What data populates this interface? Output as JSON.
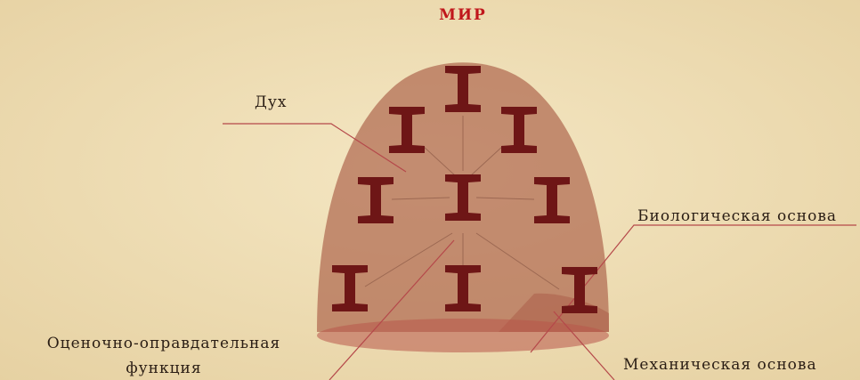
{
  "title": "МИР",
  "labels": {
    "spirit": "Дух",
    "biological_basis": "Биологическая основа",
    "evaluative_function": "Оценочно-оправдательная функция",
    "mechanical_basis": "Механическая основа"
  },
  "symbol": "I",
  "colors": {
    "background": "#eedcb0",
    "dome_fill": "#b06a50",
    "symbol": "#6e1616",
    "title": "#c0171c",
    "text": "#2a1d14",
    "leader_line": "#b5484a"
  }
}
